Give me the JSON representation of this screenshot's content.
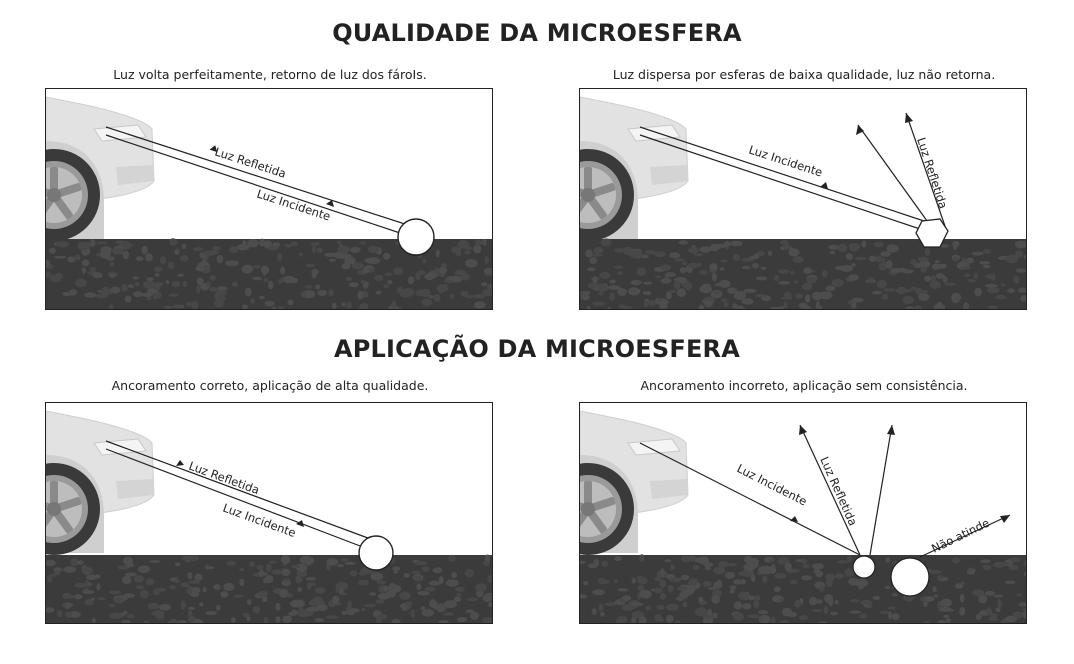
{
  "titles": {
    "quality": "QUALIDADE DA MICROESFERA",
    "application": "APLICAÇÃO DA MICROESFERA"
  },
  "panels": [
    {
      "caption": "Luz volta perfeitamente, retorno de luz dos fároIs.",
      "labels": [
        "Luz Refletida",
        "Luz Incidente"
      ]
    },
    {
      "caption": "Luz dispersa por esferas de baixa qualidade, luz não retorna.",
      "labels": [
        "Luz Incidente",
        "Luz Refletida"
      ]
    },
    {
      "caption": "Ancoramento correto, aplicação de alta qualidade.",
      "labels": [
        "Luz Refletida",
        "Luz Incidente"
      ]
    },
    {
      "caption": "Ancoramento incorreto, aplicação sem consistência.",
      "labels": [
        "Luz Incidente",
        "Luz Refletida",
        "Não atinde"
      ]
    }
  ],
  "colors": {
    "asphalt": "#3b3b3b",
    "asphalt_stone": "#4d4d4d",
    "car_body": "#e2e2e2",
    "tire": "#3a3a3a"
  }
}
